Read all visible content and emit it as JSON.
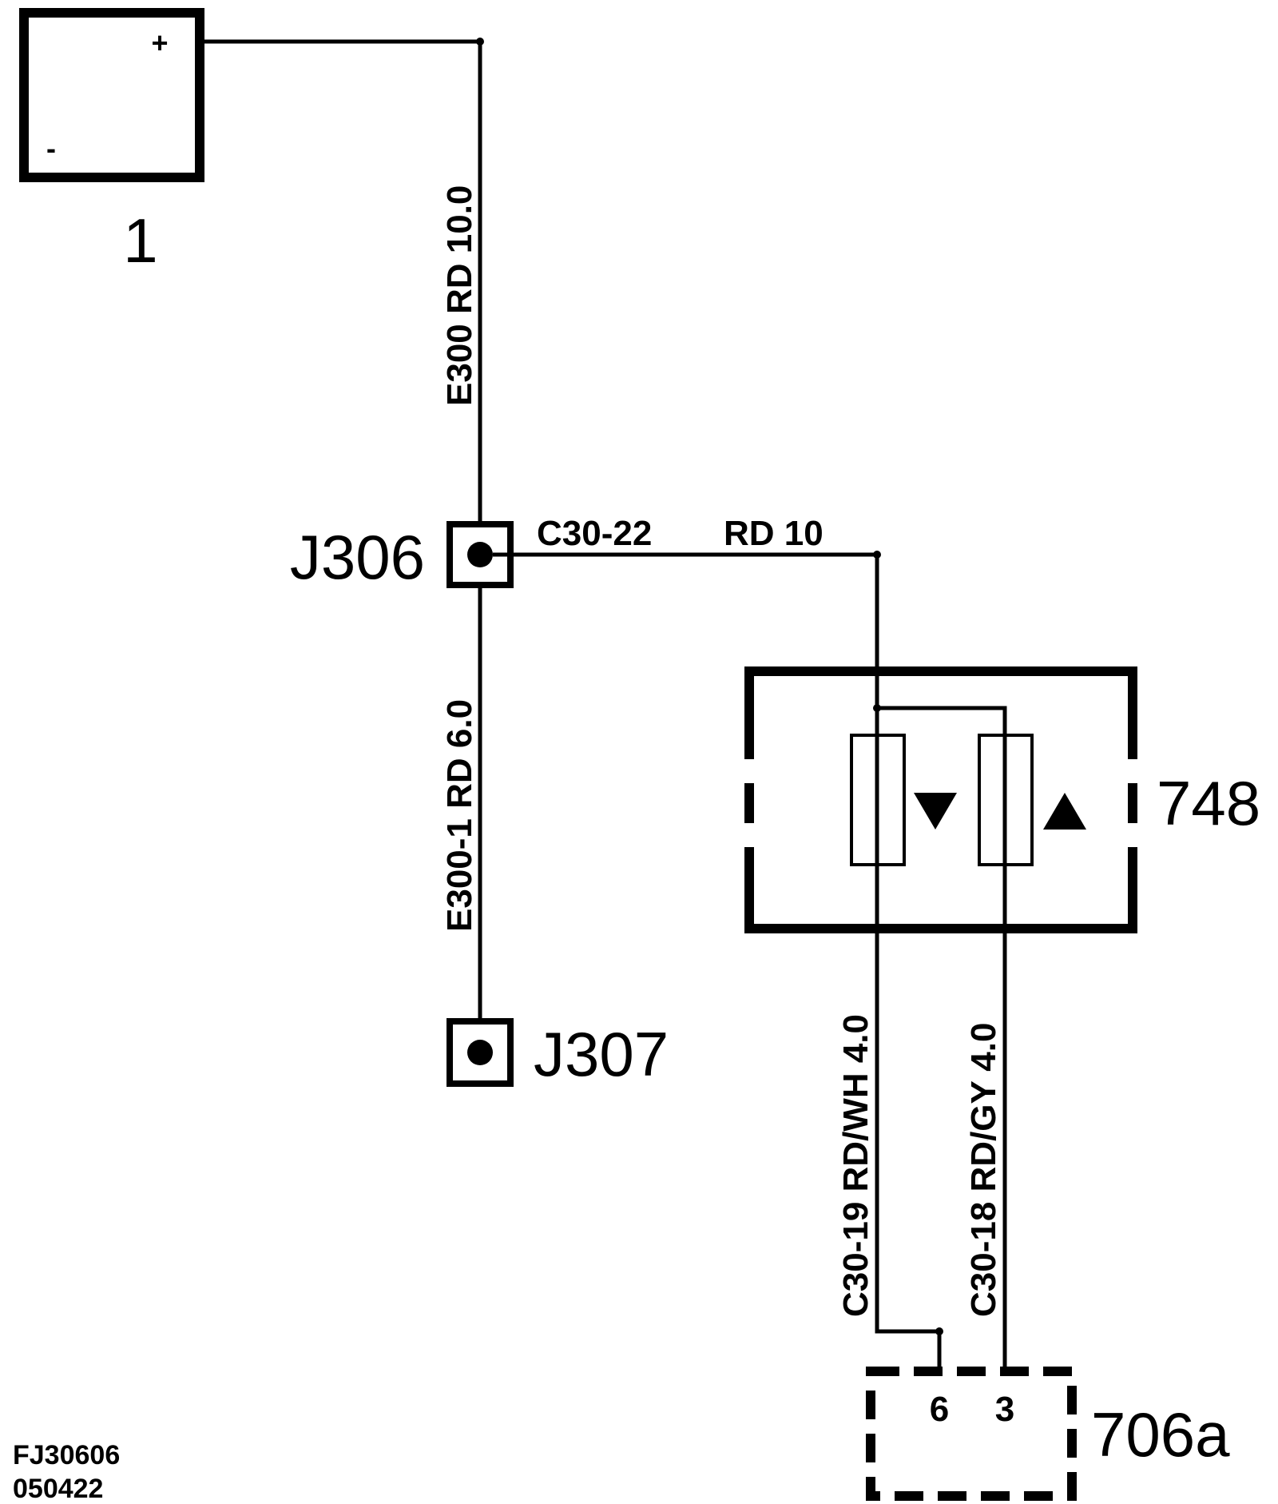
{
  "components": {
    "battery": {
      "label": "1",
      "plus": "+",
      "minus": "-"
    },
    "j306": {
      "label": "J306"
    },
    "j307": {
      "label": "J307"
    },
    "fuse_box": {
      "label": "748"
    },
    "connector_706a": {
      "label": "706a",
      "pin_left": "6",
      "pin_right": "3"
    }
  },
  "wires": {
    "e300": "E300 RD  10.0",
    "e300_1": "E300-1 RD  6.0",
    "c30_22": "C30-22",
    "c30_22_spec": "RD  10",
    "c30_19": "C30-19  RD/WH 4.0",
    "c30_18": "C30-18  RD/GY  4.0"
  },
  "reference": {
    "code": "FJ30606",
    "date": "050422"
  }
}
